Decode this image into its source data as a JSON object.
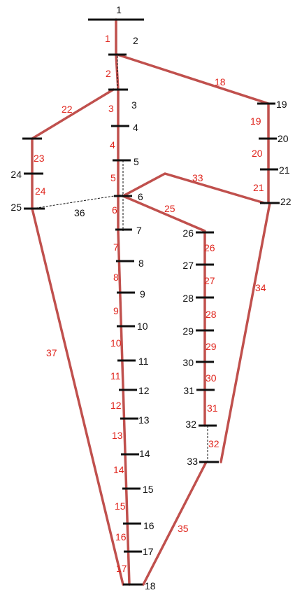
{
  "colors": {
    "line": "#c0504d",
    "label_red": "#e0261e",
    "bus": "#111111",
    "dashed": "#111111"
  },
  "buses": [
    {
      "id": "bus-1",
      "label": "1"
    },
    {
      "id": "bus-2",
      "label": "2"
    },
    {
      "id": "bus-3",
      "label": "3"
    },
    {
      "id": "bus-4",
      "label": "4"
    },
    {
      "id": "bus-5",
      "label": "5"
    },
    {
      "id": "bus-6",
      "label": "6"
    },
    {
      "id": "bus-7",
      "label": "7"
    },
    {
      "id": "bus-8",
      "label": "8"
    },
    {
      "id": "bus-9",
      "label": "9"
    },
    {
      "id": "bus-10",
      "label": "10"
    },
    {
      "id": "bus-11",
      "label": "11"
    },
    {
      "id": "bus-12",
      "label": "12"
    },
    {
      "id": "bus-13",
      "label": "13"
    },
    {
      "id": "bus-14",
      "label": "14"
    },
    {
      "id": "bus-15",
      "label": "15"
    },
    {
      "id": "bus-16",
      "label": "16"
    },
    {
      "id": "bus-17",
      "label": "17"
    },
    {
      "id": "bus-18",
      "label": "18"
    },
    {
      "id": "bus-19",
      "label": "19"
    },
    {
      "id": "bus-20",
      "label": "20"
    },
    {
      "id": "bus-21",
      "label": "21"
    },
    {
      "id": "bus-22",
      "label": "22"
    },
    {
      "id": "bus-24",
      "label": "24"
    },
    {
      "id": "bus-25",
      "label": "25"
    },
    {
      "id": "bus-26",
      "label": "26"
    },
    {
      "id": "bus-27",
      "label": "27"
    },
    {
      "id": "bus-28",
      "label": "28"
    },
    {
      "id": "bus-29",
      "label": "29"
    },
    {
      "id": "bus-30",
      "label": "30"
    },
    {
      "id": "bus-31",
      "label": "31"
    },
    {
      "id": "bus-32",
      "label": "32"
    },
    {
      "id": "bus-33",
      "label": "33"
    }
  ],
  "branches": [
    {
      "label": "1"
    },
    {
      "label": "2"
    },
    {
      "label": "3"
    },
    {
      "label": "4"
    },
    {
      "label": "5"
    },
    {
      "label": "6"
    },
    {
      "label": "7"
    },
    {
      "label": "8"
    },
    {
      "label": "9"
    },
    {
      "label": "10"
    },
    {
      "label": "11"
    },
    {
      "label": "12"
    },
    {
      "label": "13"
    },
    {
      "label": "14"
    },
    {
      "label": "15"
    },
    {
      "label": "16"
    },
    {
      "label": "17"
    },
    {
      "label": "18"
    },
    {
      "label": "19"
    },
    {
      "label": "20"
    },
    {
      "label": "21"
    },
    {
      "label": "22"
    },
    {
      "label": "23"
    },
    {
      "label": "24"
    },
    {
      "label": "25"
    },
    {
      "label": "26"
    },
    {
      "label": "27"
    },
    {
      "label": "28"
    },
    {
      "label": "29"
    },
    {
      "label": "30"
    },
    {
      "label": "31"
    },
    {
      "label": "32"
    },
    {
      "label": "33"
    },
    {
      "label": "34"
    },
    {
      "label": "35"
    },
    {
      "label": "36"
    },
    {
      "label": "37"
    }
  ]
}
